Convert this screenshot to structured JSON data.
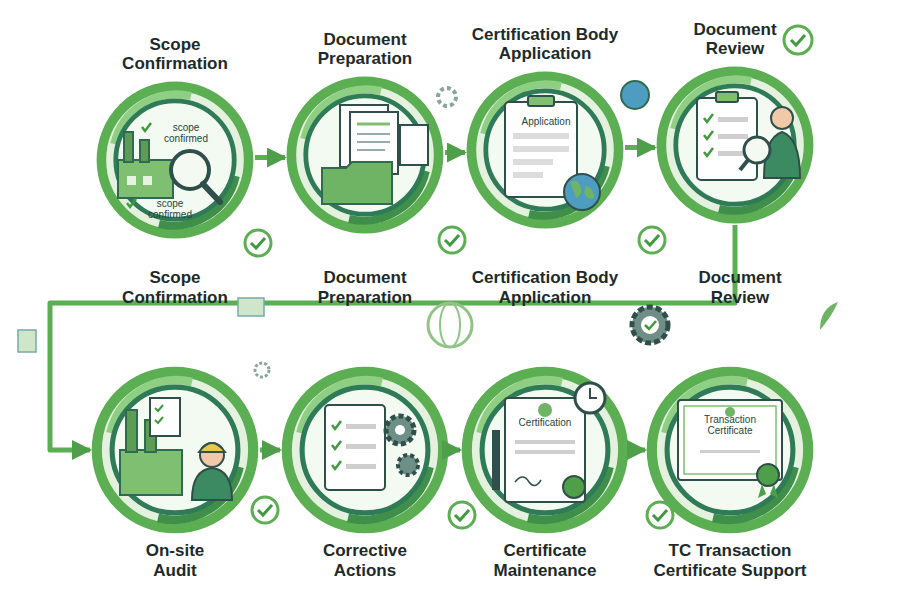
{
  "diagram": {
    "nodes": [
      {
        "text": [
          "Scope Confirmation",
          "scope confirmed",
          "scope confirmed"
        ]
      },
      {
        "text": [
          "Document Preparation"
        ]
      },
      {
        "text": [
          "Certification Body Application",
          "Application"
        ]
      },
      {
        "text": [
          "Document Review"
        ]
      },
      {
        "text": [
          "On-site Audit"
        ]
      },
      {
        "text": [
          "Corrective Actions"
        ]
      },
      {
        "text": [
          "Certificate Maintenance",
          "Certification"
        ]
      },
      {
        "text": [
          "TC Transaction Certificate Support",
          "Transaction Certificate"
        ]
      }
    ],
    "edges": [
      {
        "from": 0,
        "to": 1,
        "arrow": "to"
      },
      {
        "from": 1,
        "to": 2,
        "arrow": "to"
      },
      {
        "from": 2,
        "to": 3,
        "arrow": "to"
      },
      {
        "from": 3,
        "to": 4,
        "arrow": "to"
      },
      {
        "from": 4,
        "to": 5,
        "arrow": "to"
      },
      {
        "from": 5,
        "to": 6,
        "arrow": "to"
      },
      {
        "from": 6,
        "to": 7,
        "arrow": "to"
      }
    ],
    "labels": [
      "Scope Confirmation",
      "Document Preparation",
      "Certification Body Application",
      "Document Review"
    ]
  }
}
